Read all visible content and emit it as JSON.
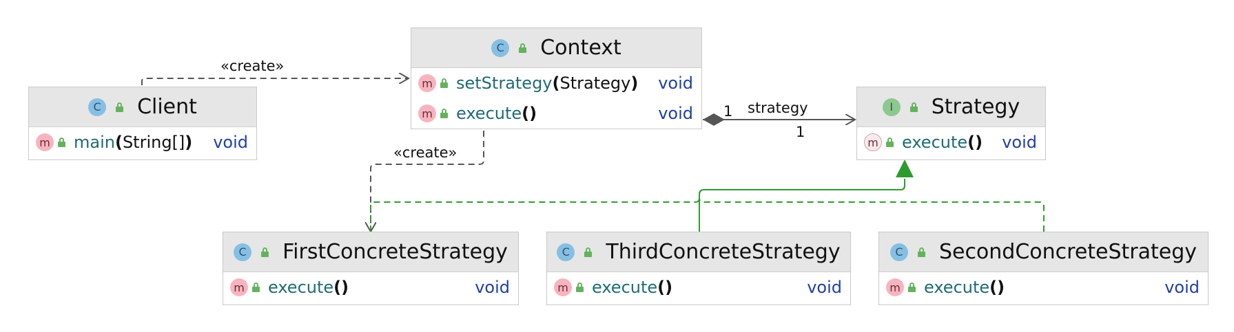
{
  "diagram": {
    "classes": {
      "context": {
        "name": "Context",
        "kind": "C",
        "members": [
          {
            "name": "setStrategy",
            "open": "(",
            "param": "Strategy",
            "close": ")",
            "type": "void"
          },
          {
            "name": "execute",
            "open": "(",
            "param": "",
            "close": ")",
            "type": "void"
          }
        ]
      },
      "client": {
        "name": "Client",
        "kind": "C",
        "members": [
          {
            "name": "main",
            "open": "(",
            "param": "String[]",
            "close": ")",
            "type": "void"
          }
        ]
      },
      "strategy": {
        "name": "Strategy",
        "kind": "I",
        "members": [
          {
            "name": "execute",
            "open": "(",
            "param": "",
            "close": ")",
            "type": "void"
          }
        ]
      },
      "first": {
        "name": "FirstConcreteStrategy",
        "kind": "C",
        "members": [
          {
            "name": "execute",
            "open": "(",
            "param": "",
            "close": ")",
            "type": "void"
          }
        ]
      },
      "third": {
        "name": "ThirdConcreteStrategy",
        "kind": "C",
        "members": [
          {
            "name": "execute",
            "open": "(",
            "param": "",
            "close": ")",
            "type": "void"
          }
        ]
      },
      "second": {
        "name": "SecondConcreteStrategy",
        "kind": "C",
        "members": [
          {
            "name": "execute",
            "open": "(",
            "param": "",
            "close": ")",
            "type": "void"
          }
        ]
      }
    },
    "badges": {
      "method": "m"
    },
    "edge_labels": {
      "client_context": "«create»",
      "context_first": "«create»",
      "assoc_role": "strategy",
      "assoc_mult_source": "1",
      "assoc_mult_target": "1"
    },
    "colors": {
      "dependency": "#555555",
      "realization": "#2e9b2e",
      "association": "#555555",
      "aggregation_diamond": "#555555"
    }
  }
}
